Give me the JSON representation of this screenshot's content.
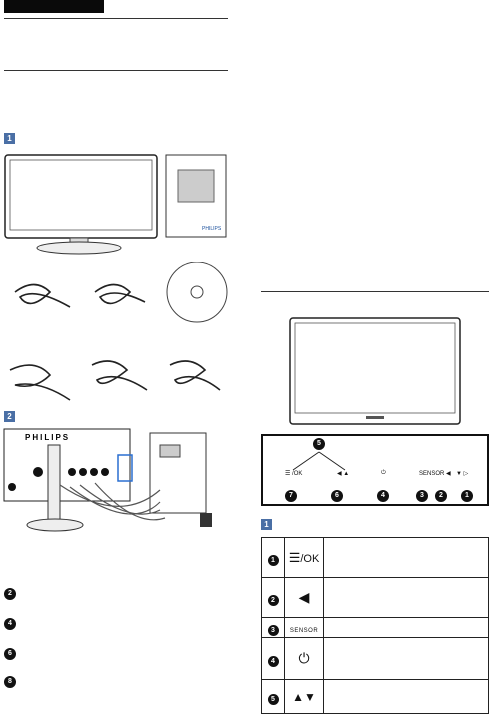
{
  "figures": {
    "package_fig": "1",
    "connect_fig": "2",
    "controls_fig": "1"
  },
  "monitor_back_brand": "PHILIPS",
  "box_brand": "PHILIPS",
  "bottom_left_steps": [
    "2",
    "4",
    "6",
    "8"
  ],
  "bezel_callout": "5",
  "bezel_buttons": [
    {
      "num": "7",
      "label": "☰ /OK"
    },
    {
      "num": "6",
      "label": "◀ ▲"
    },
    {
      "num": "4",
      "label": "⏻"
    },
    {
      "num": "3",
      "label": "SENSOR ◀"
    },
    {
      "num": "2",
      "label": ""
    },
    {
      "num": "1",
      "label": "▼ ▷"
    }
  ],
  "controls_table": [
    {
      "num": "1",
      "icon": "menu-ok",
      "label": "/OK"
    },
    {
      "num": "2",
      "icon": "left-arrow",
      "label": "◀"
    },
    {
      "num": "3",
      "icon": "sensor",
      "label": "SENSOR"
    },
    {
      "num": "4",
      "icon": "power",
      "label": "⏻"
    },
    {
      "num": "5",
      "icon": "up-down",
      "label": "▲▼"
    }
  ],
  "colors": {
    "figure_badge": "#4a6fa5",
    "ink": "#111111"
  }
}
